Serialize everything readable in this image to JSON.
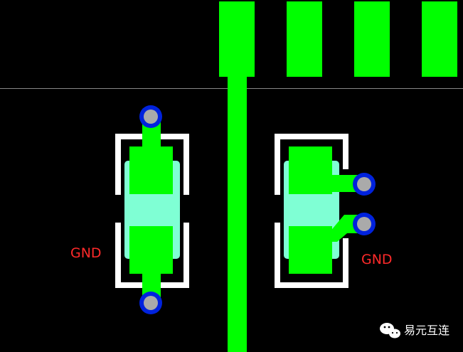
{
  "colors": {
    "background": "#000000",
    "copper": "#00ff00",
    "silkscreen": "#ffffff",
    "component_body": "#7fffd4",
    "via_ring": "#0022dd",
    "via_hole": "#aaaaaa",
    "board_edge": "#888888",
    "net_label": "#ff2a2a",
    "watermark": "#ffffff"
  },
  "labels": {
    "left_net": "GND",
    "right_net": "GND"
  },
  "watermark": {
    "icon": "wechat-icon",
    "text": "易元互连"
  }
}
